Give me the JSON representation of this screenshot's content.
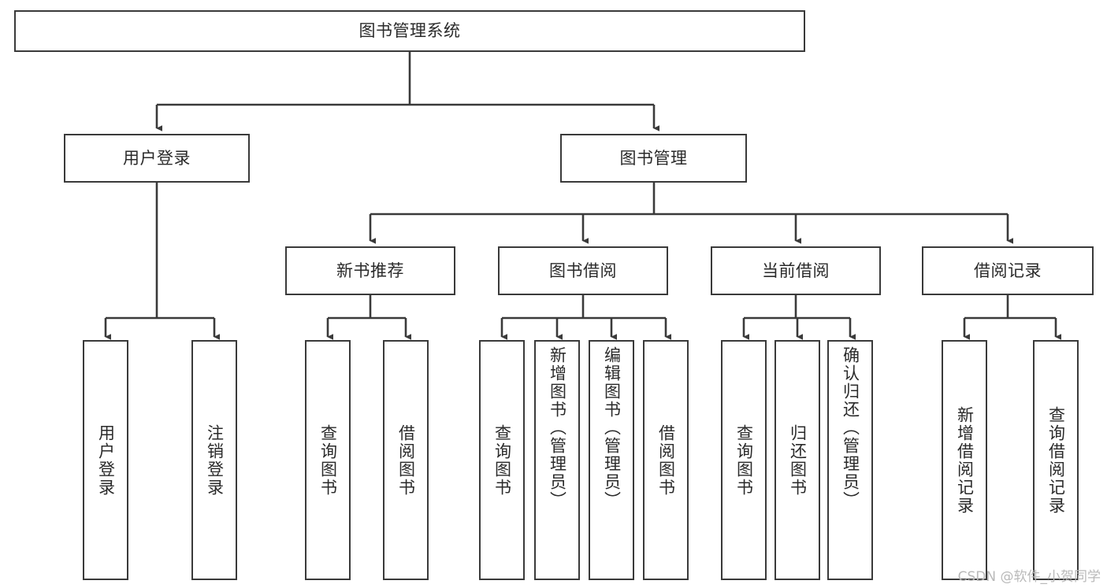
{
  "diagram": {
    "type": "tree",
    "title": "图书管理系统",
    "watermark": "CSDN @软件_小贺同学",
    "colors": {
      "border": "#3a3a3a",
      "text": "#2a2a2a",
      "background": "#ffffff",
      "watermark": "#b9b9b9"
    },
    "nodes": {
      "root": {
        "label": "图书管理系统"
      },
      "level2": [
        {
          "id": "user-login",
          "label": "用户登录"
        },
        {
          "id": "book-manage",
          "label": "图书管理"
        }
      ],
      "level3": [
        {
          "id": "new-book-recommend",
          "label": "新书推荐"
        },
        {
          "id": "book-borrow",
          "label": "图书借阅"
        },
        {
          "id": "current-borrow",
          "label": "当前借阅"
        },
        {
          "id": "borrow-record",
          "label": "借阅记录"
        }
      ],
      "leaves": {
        "user_login": [
          {
            "id": "leaf-user-login",
            "label": "用户登录"
          },
          {
            "id": "leaf-logout",
            "label": "注销登录"
          }
        ],
        "new_book_recommend": [
          {
            "id": "leaf-query-book-1",
            "label": "查询图书"
          },
          {
            "id": "leaf-borrow-book-1",
            "label": "借阅图书"
          }
        ],
        "book_borrow": [
          {
            "id": "leaf-query-book-2",
            "label": "查询图书"
          },
          {
            "id": "leaf-add-book",
            "label": "新增图书（管理员）"
          },
          {
            "id": "leaf-edit-book",
            "label": "编辑图书（管理员）"
          },
          {
            "id": "leaf-borrow-book-2",
            "label": "借阅图书"
          }
        ],
        "current_borrow": [
          {
            "id": "leaf-query-book-3",
            "label": "查询图书"
          },
          {
            "id": "leaf-return-book",
            "label": "归还图书"
          },
          {
            "id": "leaf-confirm-return",
            "label": "确认归还（管理员）"
          }
        ],
        "borrow_record": [
          {
            "id": "leaf-add-record",
            "label": "新增借阅记录"
          },
          {
            "id": "leaf-query-record",
            "label": "查询借阅记录"
          }
        ]
      }
    }
  }
}
